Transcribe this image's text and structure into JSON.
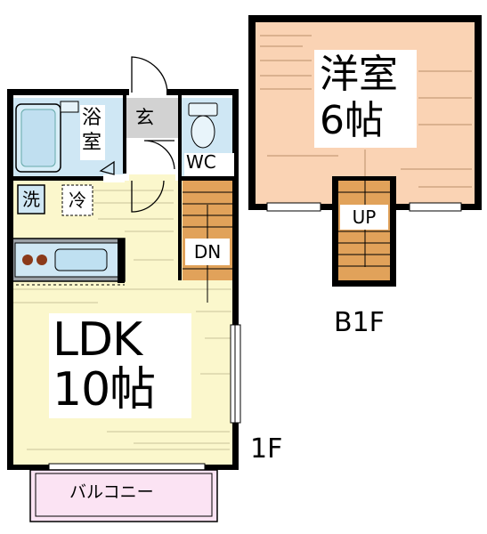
{
  "floor_plan": {
    "ldk": {
      "name": "LDK",
      "size": "10帖"
    },
    "western_room": {
      "name": "洋室",
      "size": "6帖"
    },
    "bath": {
      "char1": "浴",
      "char2": "室"
    },
    "entrance": "玄",
    "toilet": "WC",
    "stairs_down": "DN",
    "stairs_up": "UP",
    "washer": "洗",
    "fridge": "冷",
    "balcony": "バルコニー",
    "floor_basement": "B1F",
    "floor_first": "1F"
  },
  "colors": {
    "ldk_floor": "#fbf7cc",
    "western_room_floor": "#fad3b4",
    "stairs": "#e1a25a",
    "bath_fill": "#cfe7f4",
    "entrance_fill": "#d2d2d2",
    "balcony_fill": "#fbe3f3",
    "wall": "#000000"
  }
}
